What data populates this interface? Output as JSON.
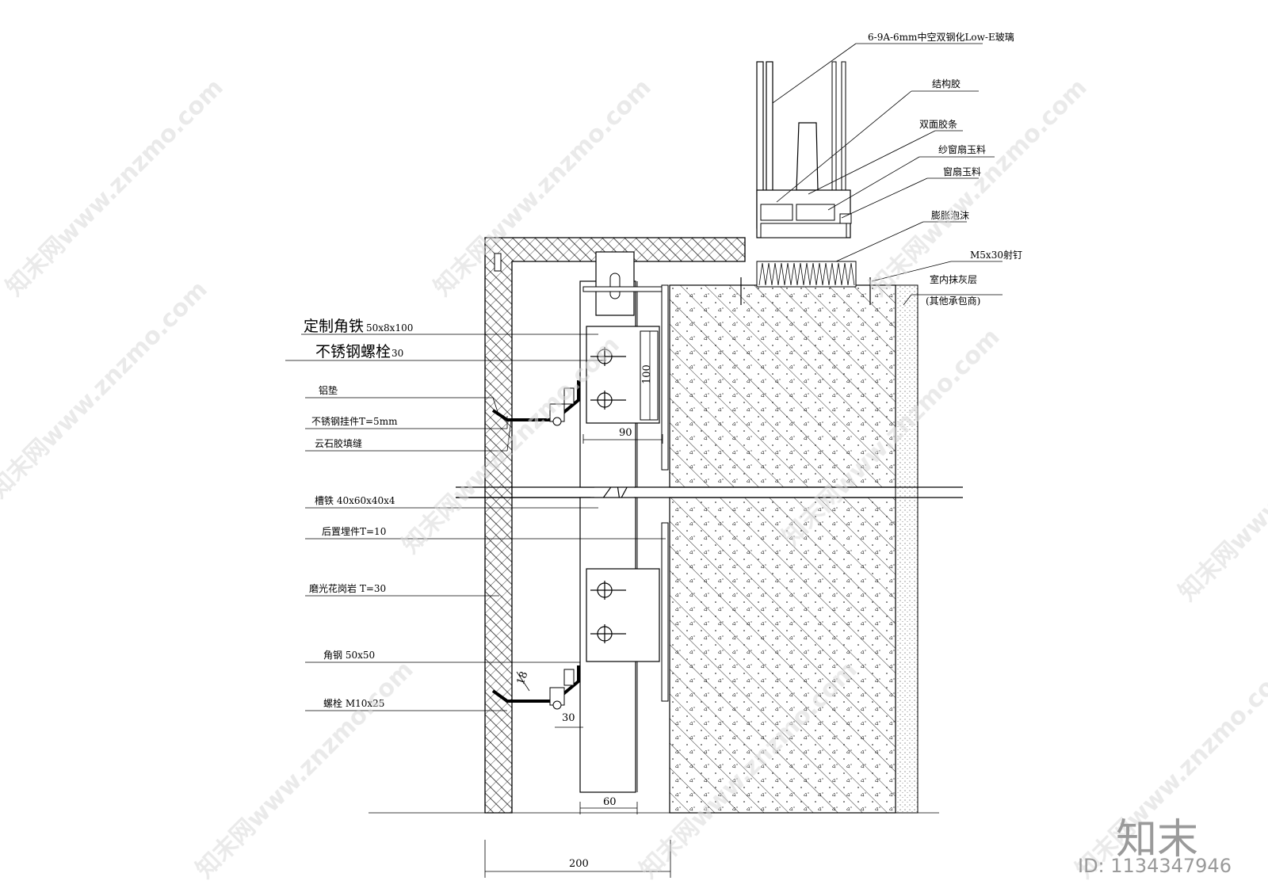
{
  "labels": {
    "glass": "6-9A-6mm中空双钢化Low-E玻璃",
    "structural_glue": "结构胶",
    "double_tape": "双面胶条",
    "screen_sash": "纱窗扇玉料",
    "window_sash": "窗扇玉料",
    "foam": "膨胀泡沫",
    "nail": "M5x30射钉",
    "plaster_1": "室内抹灰层",
    "plaster_2": "(其他承包商)",
    "angle_iron_big": "定制角铁",
    "angle_iron_small": "50x8x100",
    "bolt_big": "不锈钢螺栓",
    "bolt_small": "30",
    "alu_pad": "铝垫",
    "ss_hanger": "不锈钢挂件T=5mm",
    "stone_glue": "云石胶填缝",
    "channel": "槽铁 40x60x40x4",
    "embed": "后置埋件T=10",
    "granite": "磨光花岗岩 T=30",
    "angle_steel": "角钢 50x50",
    "bolt_m10": "螺栓 M10x25"
  },
  "dimensions": {
    "d100": "100",
    "d90": "90",
    "d18": "18",
    "d30": "30",
    "d60": "60",
    "d200": "200"
  },
  "watermark": {
    "text": "知末网www.znzmo.com",
    "brand": "知末",
    "id": "ID: 1134347946"
  }
}
